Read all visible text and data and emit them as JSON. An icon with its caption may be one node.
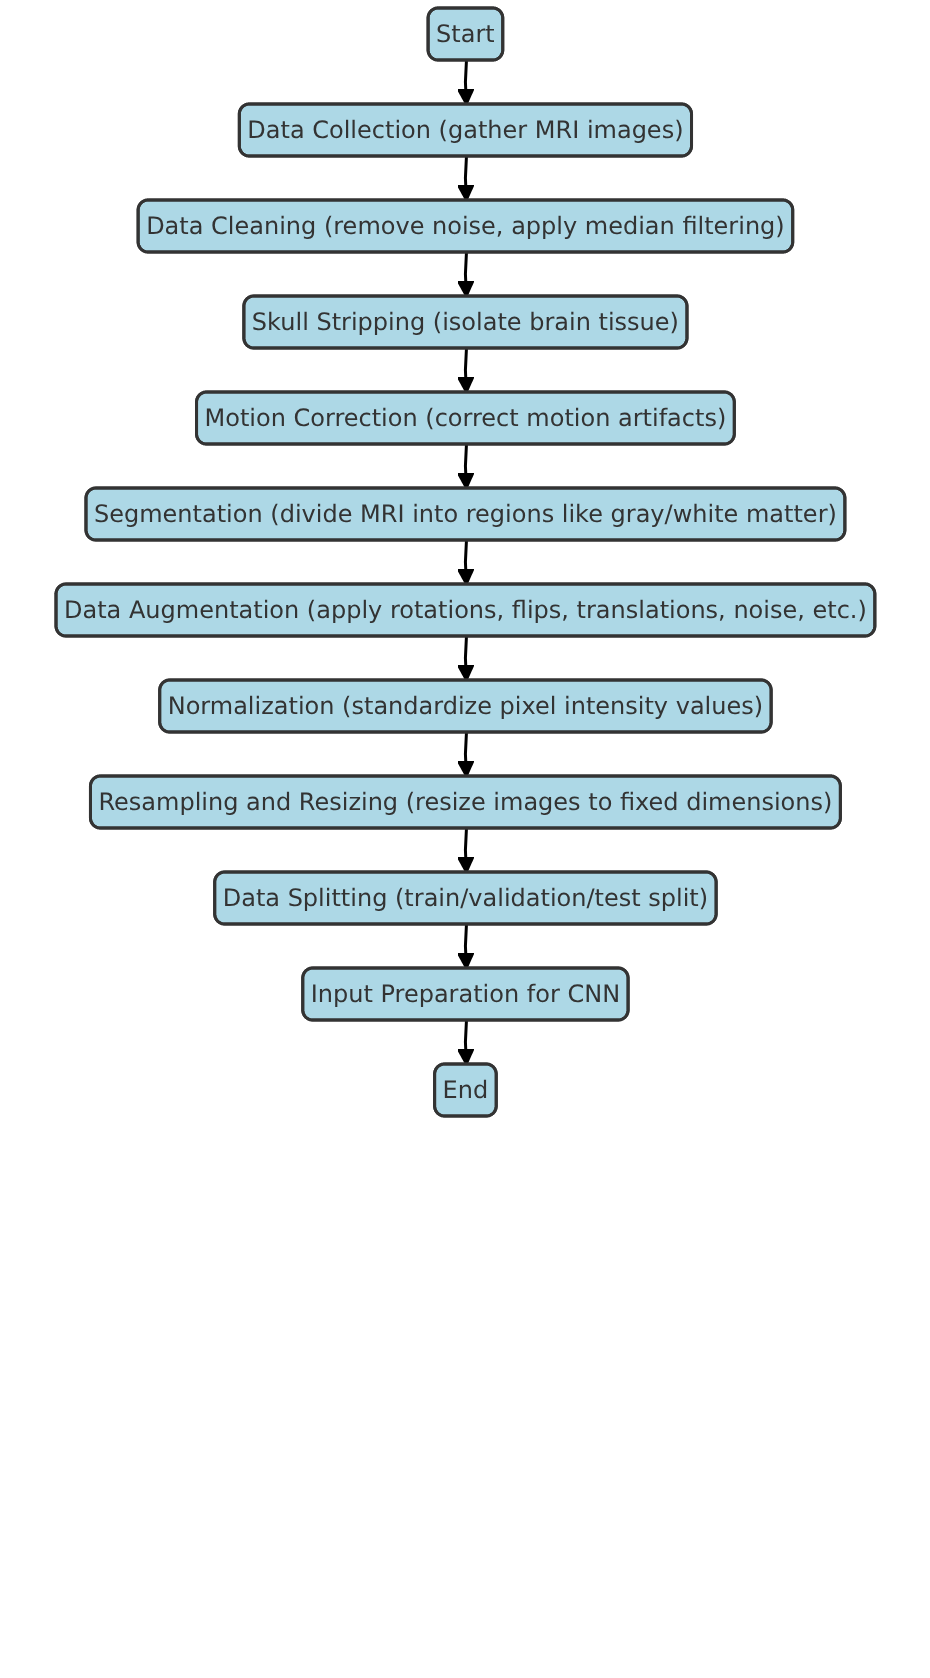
{
  "diagram": {
    "nodes": [
      {
        "text": [
          "Start"
        ]
      },
      {
        "text": [
          "Data Collection (gather MRI images)"
        ]
      },
      {
        "text": [
          "Data Cleaning (remove noise, apply median filtering)"
        ]
      },
      {
        "text": [
          "Skull Stripping (isolate brain tissue)"
        ]
      },
      {
        "text": [
          "Motion Correction (correct motion artifacts)"
        ]
      },
      {
        "text": [
          "Segmentation (divide MRI into regions like gray/white matter)"
        ]
      },
      {
        "text": [
          "Data Augmentation (apply rotations, flips, translations, noise, etc.)"
        ]
      },
      {
        "text": [
          "Normalization (standardize pixel intensity values)"
        ]
      },
      {
        "text": [
          "Resampling and Resizing (resize images to fixed dimensions)"
        ]
      },
      {
        "text": [
          "Data Splitting (train/validation/test split)"
        ]
      },
      {
        "text": [
          "Input Preparation for CNN"
        ]
      },
      {
        "text": [
          "End"
        ]
      }
    ],
    "edges": [
      {
        "from": 0,
        "to": 1,
        "arrow": "to"
      },
      {
        "from": 1,
        "to": 2,
        "arrow": "to"
      },
      {
        "from": 2,
        "to": 3,
        "arrow": "to"
      },
      {
        "from": 3,
        "to": 4,
        "arrow": "to"
      },
      {
        "from": 4,
        "to": 5,
        "arrow": "to"
      },
      {
        "from": 5,
        "to": 6,
        "arrow": "to"
      },
      {
        "from": 6,
        "to": 7,
        "arrow": "to"
      },
      {
        "from": 7,
        "to": 8,
        "arrow": "to"
      },
      {
        "from": 8,
        "to": 9,
        "arrow": "to"
      },
      {
        "from": 9,
        "to": 10,
        "arrow": "to"
      },
      {
        "from": 10,
        "to": 11,
        "arrow": "to"
      }
    ]
  }
}
